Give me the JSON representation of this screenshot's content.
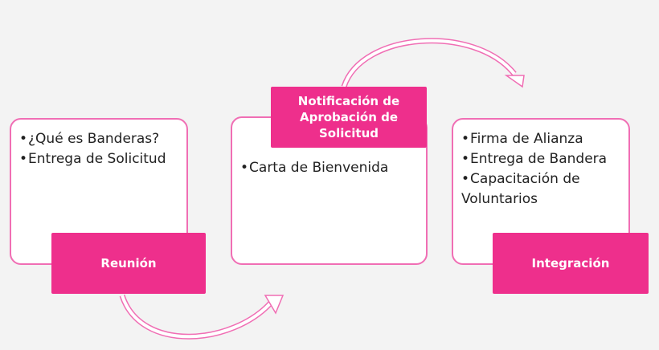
{
  "colors": {
    "accent": "#ee2f8c",
    "border": "#f06eb4",
    "background": "#f3f3f3"
  },
  "stages": [
    {
      "label": "Reunión",
      "items": [
        "¿Qué es Banderas?",
        "Entrega de Solicitud"
      ]
    },
    {
      "label": "Notificación de Aprobación de Solicitud",
      "items": [
        "Carta de Bienvenida"
      ]
    },
    {
      "label": "Integración",
      "items": [
        "Firma de Alianza",
        "Entrega de Bandera",
        "Capacitación de Voluntarios"
      ]
    }
  ],
  "bullet": "•"
}
